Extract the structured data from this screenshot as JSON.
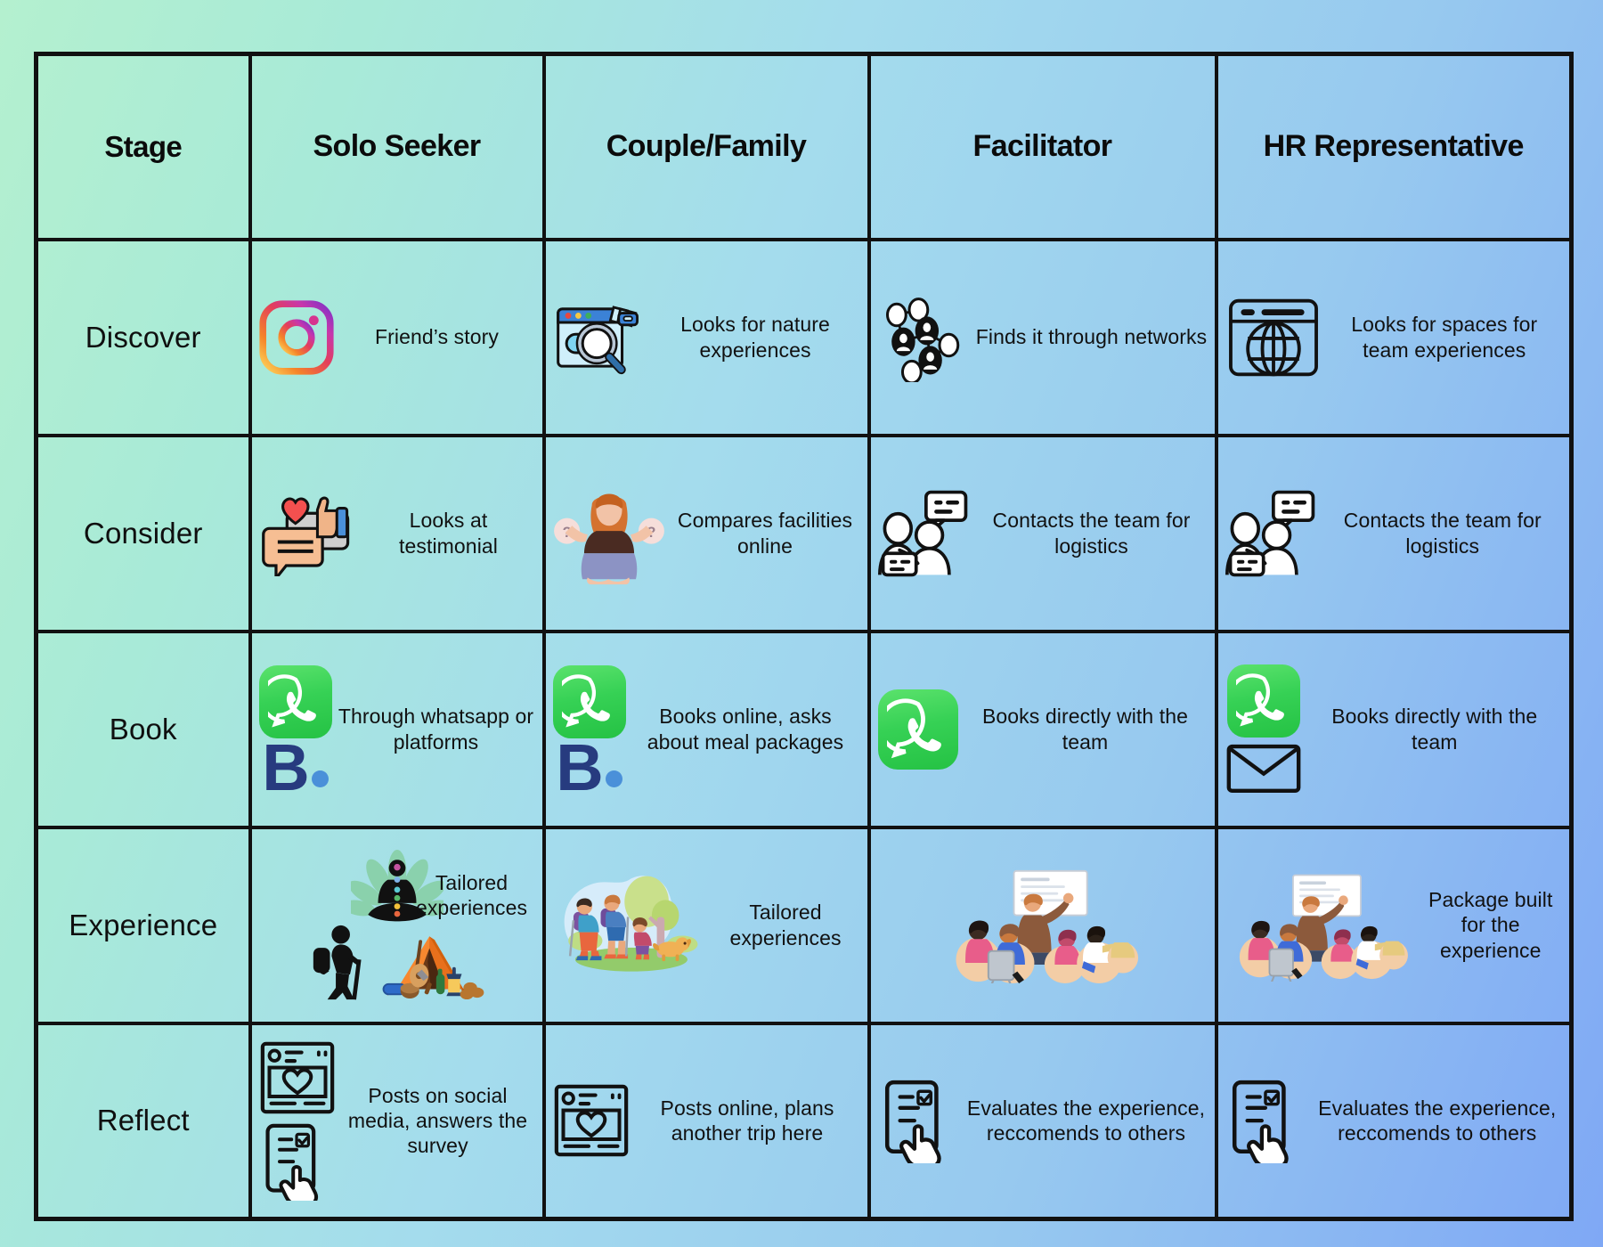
{
  "table": {
    "columns": [
      {
        "key": "stage",
        "label": "Stage"
      },
      {
        "key": "solo",
        "label": "Solo Seeker"
      },
      {
        "key": "couple",
        "label": "Couple/Family"
      },
      {
        "key": "fac",
        "label": "Facilitator"
      },
      {
        "key": "hr",
        "label": "HR Representative"
      }
    ],
    "rows": [
      {
        "stage": "Discover",
        "solo": {
          "text": "Friend’s story",
          "icons": [
            "instagram-logo"
          ]
        },
        "couple": {
          "text": "Looks for nature experiences",
          "icons": [
            "browser-search-icon"
          ]
        },
        "fac": {
          "text": "Finds it through networks",
          "icons": [
            "network-nodes-icon"
          ]
        },
        "hr": {
          "text": "Looks for spaces for team experiences",
          "icons": [
            "browser-globe-icon"
          ]
        }
      },
      {
        "stage": "Consider",
        "solo": {
          "text": "Looks at testimonial",
          "icons": [
            "testimonial-chat-icon"
          ]
        },
        "couple": {
          "text": "Compares facilities online",
          "icons": [
            "woman-deciding-illustration"
          ]
        },
        "fac": {
          "text": "Contacts the team for logistics",
          "icons": [
            "people-chat-icon"
          ]
        },
        "hr": {
          "text": "Contacts the team for logistics",
          "icons": [
            "people-chat-icon"
          ]
        }
      },
      {
        "stage": "Book",
        "solo": {
          "text": "Through whatsapp or platforms",
          "icons": [
            "whatsapp-logo",
            "booking-com-logo"
          ]
        },
        "couple": {
          "text": "Books online, asks about meal packages",
          "icons": [
            "whatsapp-logo",
            "booking-com-logo"
          ]
        },
        "fac": {
          "text": "Books directly with the team",
          "icons": [
            "whatsapp-logo"
          ]
        },
        "hr": {
          "text": "Books directly with the team",
          "icons": [
            "whatsapp-logo",
            "envelope-icon"
          ]
        }
      },
      {
        "stage": "Experience",
        "solo": {
          "text": "Tailored experiences",
          "icons": [
            "meditation-lotus-icon",
            "hiker-icon",
            "camping-tent-illustration"
          ]
        },
        "couple": {
          "text": "Tailored experiences",
          "icons": [
            "family-hiking-illustration"
          ]
        },
        "fac": {
          "text": "",
          "icons": [
            "workshop-presentation-illustration"
          ]
        },
        "hr": {
          "text": "Package built for the experience",
          "icons": [
            "workshop-presentation-illustration"
          ]
        }
      },
      {
        "stage": "Reflect",
        "solo": {
          "text": "Posts on social media, answers the survey",
          "icons": [
            "social-post-heart-icon",
            "tablet-survey-tap-icon"
          ]
        },
        "couple": {
          "text": "Posts online, plans another trip here",
          "icons": [
            "social-post-heart-icon"
          ]
        },
        "fac": {
          "text": "Evaluates the experience, reccomends to others",
          "icons": [
            "tablet-survey-tap-icon"
          ]
        },
        "hr": {
          "text": "Evaluates the experience, reccomends to others",
          "icons": [
            "tablet-survey-tap-icon"
          ]
        }
      }
    ]
  },
  "colors": {
    "background_start": "#b4f0cf",
    "background_end": "#7fa8f5",
    "border": "#111111",
    "whatsapp_green": "#25C244",
    "booking_navy": "#273B7F",
    "booking_dot_blue": "#4A90D9",
    "tent_orange": "#F47B28",
    "text": "#111111"
  }
}
